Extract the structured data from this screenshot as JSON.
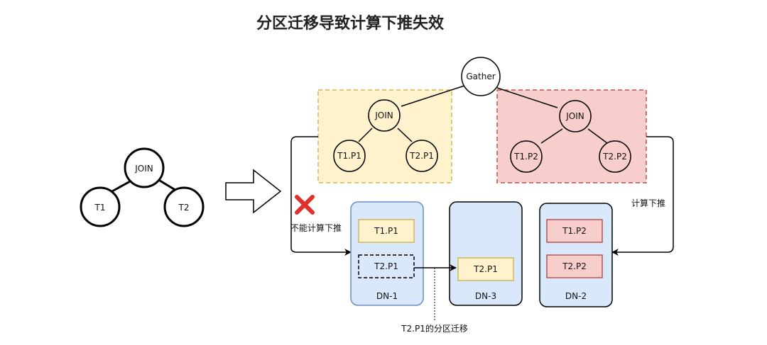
{
  "title": "分区迁移导致计算下推失效",
  "logical_plan": {
    "root": "JOIN",
    "left": "T1",
    "right": "T2"
  },
  "gather": "Gather",
  "group_yellow": {
    "root": "JOIN",
    "left": "T1.P1",
    "right": "T2.P1",
    "fill": "#fff2cc",
    "border": "#d6b656"
  },
  "group_red": {
    "root": "JOIN",
    "left": "T1.P2",
    "right": "T2.P2",
    "fill": "#f8cecc",
    "border": "#b85450"
  },
  "nodes": {
    "dn1": {
      "label": "DN-1",
      "part_a": "T1.P1",
      "part_b": "T2.P1"
    },
    "dn3": {
      "label": "DN-3",
      "part_a": "T2.P1"
    },
    "dn2": {
      "label": "DN-2",
      "part_a": "T1.P2",
      "part_b": "T2.P2"
    }
  },
  "labels": {
    "no_pushdown": "不能计算下推",
    "pushdown": "计算下推",
    "migration": "T2.P1的分区迁移"
  },
  "icons": {
    "fail": "red-x-icon",
    "transform": "hollow-right-arrow-icon"
  },
  "colors": {
    "dn_fill": "#dae8fc",
    "dn_border_light": "#6c8ebf",
    "red_x": "#e0302a"
  }
}
